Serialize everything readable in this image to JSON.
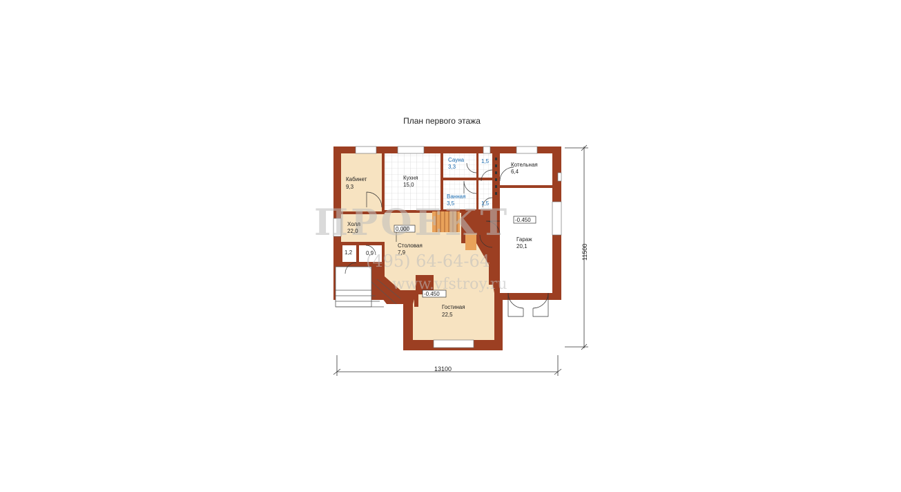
{
  "title": "План первого этажа",
  "rooms": {
    "cabinet": {
      "name": "Кабинет",
      "area": "9,3"
    },
    "kitchen": {
      "name": "Кухня",
      "area": "15,0"
    },
    "sauna": {
      "name": "Сауна",
      "area": "3,3"
    },
    "sauna_small": {
      "area": "1,5"
    },
    "bath": {
      "name": "Ванная",
      "area": "3,5"
    },
    "bath_small": {
      "area": "1,5"
    },
    "boiler": {
      "name": "Котельная",
      "area": "6,4"
    },
    "hall": {
      "name": "Холл",
      "area": "22,0"
    },
    "closet1": {
      "area": "1,2"
    },
    "closet2": {
      "area": "0,9"
    },
    "dining": {
      "name": "Столовая",
      "area": "7,9"
    },
    "garage": {
      "name": "Гараж",
      "area": "20,1"
    },
    "living": {
      "name": "Гостиная",
      "area": "22,5"
    }
  },
  "levels": {
    "main": "0,000",
    "garage": "-0.450",
    "living": "-0.450"
  },
  "dimensions": {
    "width": "13100",
    "height": "11500"
  },
  "watermark": {
    "phone": "(495) 64-64-64",
    "site": "www.vfstroy.ru"
  },
  "colors": {
    "wall": "#9c3f22",
    "floor_warm": "#f7e3c1",
    "tile": "#ffffff",
    "blue_text": "#1a6bb0"
  }
}
